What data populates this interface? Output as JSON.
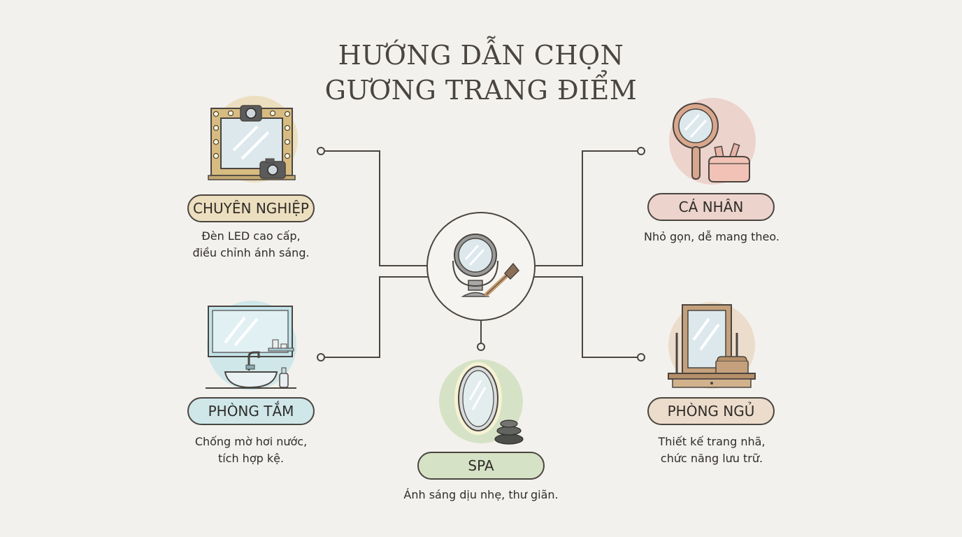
{
  "title": {
    "line1": "HƯỚNG DẪN CHỌN",
    "line2": "GƯƠNG TRANG ĐIỂM"
  },
  "nodes": {
    "professional": {
      "label": "CHUYÊN NGHIỆP",
      "desc_line1": "Đèn LED cao cấp,",
      "desc_line2": "điều chỉnh ánh sáng.",
      "color": "#ecdfbf",
      "icon": "vanity-mirror-camera-icon"
    },
    "personal": {
      "label": "CÁ NHÂN",
      "desc_line1": "Nhỏ gọn, dễ mang theo.",
      "color": "#ecd3cc",
      "icon": "hand-mirror-cosmetic-bag-icon"
    },
    "bathroom": {
      "label": "PHÒNG TẮM",
      "desc_line1": "Chống mờ hơi nước,",
      "desc_line2": "tích hợp kệ.",
      "color": "#cfe7e9",
      "icon": "bathroom-mirror-sink-icon"
    },
    "bedroom": {
      "label": "PHÒNG NGỦ",
      "desc_line1": "Thiết kế trang nhã,",
      "desc_line2": "chức năng lưu trữ.",
      "color": "#ecdccb",
      "icon": "dresser-mirror-icon"
    },
    "spa": {
      "label": "SPA",
      "desc_line1": "Ánh sáng dịu nhẹ, thư giãn.",
      "color": "#d6e2c6",
      "icon": "glowing-oval-mirror-stones-icon"
    }
  },
  "center": {
    "icon": "makeup-mirror-brush-icon"
  }
}
